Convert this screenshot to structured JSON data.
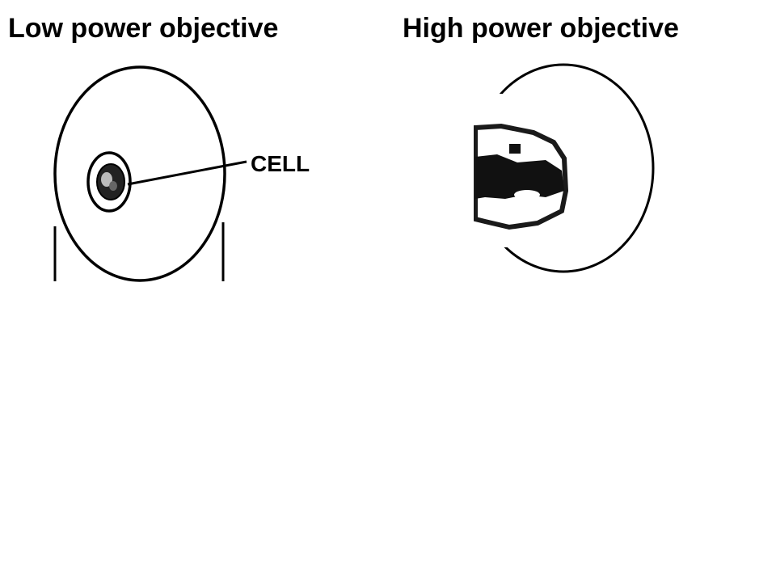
{
  "headings": {
    "low": "Low power objective",
    "high": "High power objective"
  },
  "low_power": {
    "callout_label": "CELL"
  },
  "colors": {
    "ink": "#000000",
    "background": "#ffffff"
  }
}
